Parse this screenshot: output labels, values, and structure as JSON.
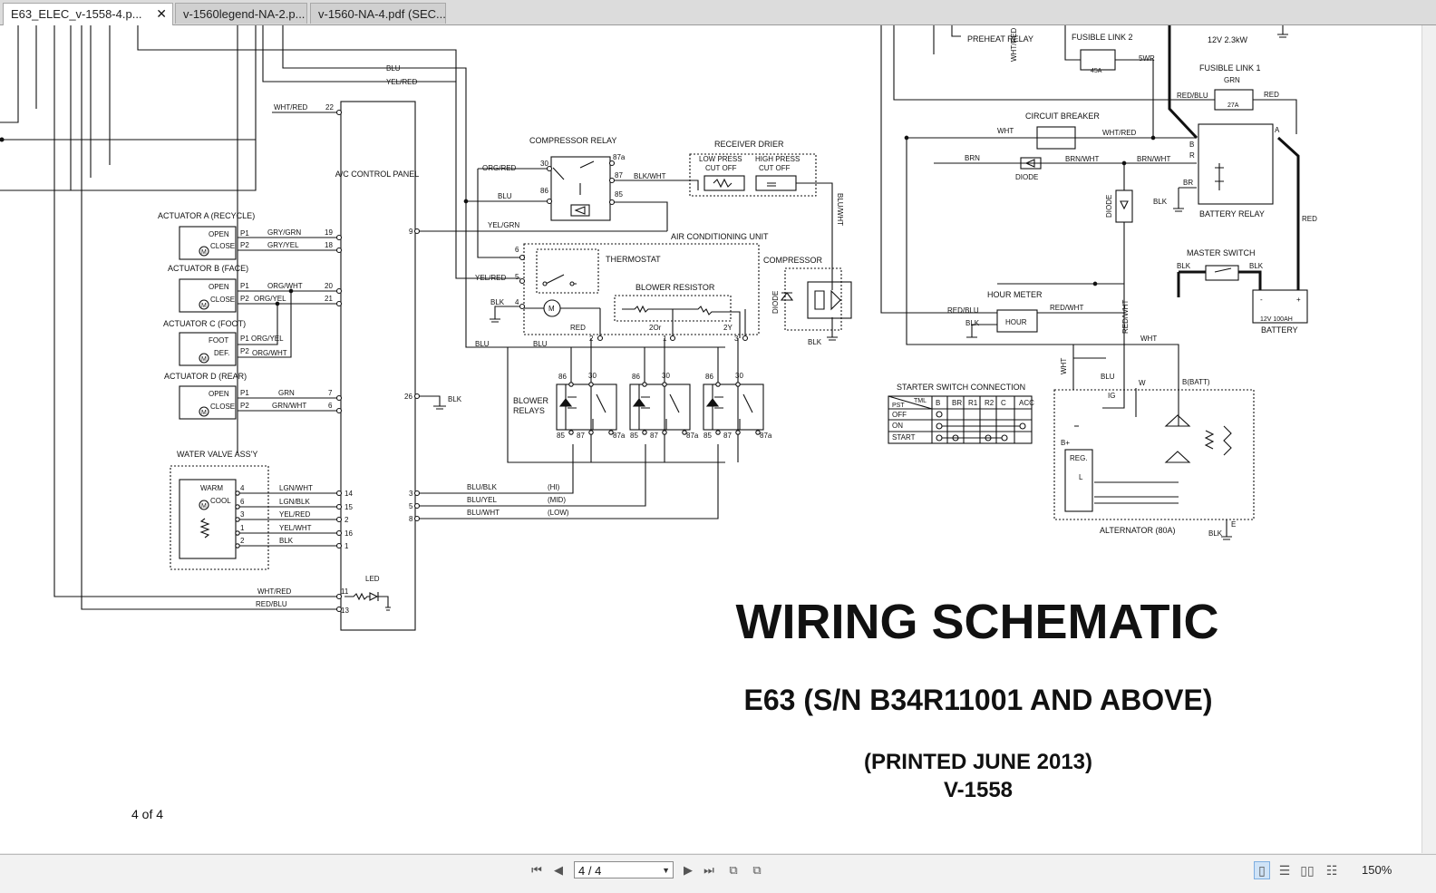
{
  "tabs": [
    {
      "label": "E63_ELEC_v-1558-4.p...",
      "close": "✕"
    },
    {
      "label": "v-1560legend-NA-2.p..."
    },
    {
      "label": "v-1560-NA-4.pdf (SEC..."
    }
  ],
  "schematic": {
    "title": "WIRING SCHEMATIC",
    "model": "E63 (S/N B34R11001 AND ABOVE)",
    "printed": "(PRINTED JUNE 2013)",
    "doc_number": "V-1558",
    "page_label": "4 of 4",
    "ac_panel": "A/C CONTROL PANEL",
    "compressor_relay": "COMPRESSOR RELAY",
    "receiver_drier": "RECEIVER DRIER",
    "low_press": "LOW PRESS CUT OFF",
    "high_press": "HIGH PRESS CUT OFF",
    "ac_unit": "AIR CONDITIONING UNIT",
    "thermostat": "THERMOSTAT",
    "blower_resistor": "BLOWER RESISTOR",
    "compressor": "COMPRESSOR",
    "diode": "DIODE",
    "blower_relays": "BLOWER RELAYS",
    "water_valve": "WATER VALVE ASS'Y",
    "led": "LED",
    "preheat_relay": "PREHEAT RELAY",
    "fusible_link_2": "FUSIBLE LINK 2",
    "fusible_link_1": "FUSIBLE LINK 1",
    "starter_power": "12V 2.3kW",
    "circuit_breaker": "CIRCUIT BREAKER",
    "battery_relay": "BATTERY RELAY",
    "master_switch": "MASTER SWITCH",
    "battery": "BATTERY",
    "battery_rating": "12V 100AH",
    "hour_meter": "HOUR METER",
    "hour": "HOUR",
    "alternator": "ALTERNATOR (80A)",
    "reg": "REG.",
    "starter_switch": "STARTER SWITCH CONNECTION",
    "actuators": [
      {
        "title": "ACTUATOR A (RECYCLE)",
        "pos1": "OPEN",
        "pos2": "CLOSE",
        "w1": "GRY/GRN",
        "w2": "GRY/YEL",
        "n1": "19",
        "n2": "18"
      },
      {
        "title": "ACTUATOR B (FACE)",
        "pos1": "OPEN",
        "pos2": "CLOSE",
        "w1": "ORG/WHT",
        "w2": "ORG/YEL",
        "n1": "20",
        "n2": "21"
      },
      {
        "title": "ACTUATOR C (FOOT)",
        "pos1": "FOOT",
        "pos2": "DEF.",
        "w1": "ORG/YEL",
        "w2": "ORG/WHT",
        "n1": "",
        "n2": ""
      },
      {
        "title": "ACTUATOR D (REAR)",
        "pos1": "OPEN",
        "pos2": "CLOSE",
        "w1": "GRN",
        "w2": "GRN/WHT",
        "n1": "7",
        "n2": "6"
      }
    ],
    "water_valve_wires": [
      {
        "pin": "4",
        "wire": "LGN/WHT",
        "term": "14"
      },
      {
        "pin": "6",
        "wire": "LGN/BLK",
        "term": "15"
      },
      {
        "pin": "3",
        "wire": "YEL/RED",
        "term": "2"
      },
      {
        "pin": "1",
        "wire": "YEL/WHT",
        "term": "16"
      },
      {
        "pin": "2",
        "wire": "BLK",
        "term": "1"
      }
    ],
    "water_valve_modes": [
      "WARM",
      "COOL"
    ],
    "blower_speeds": [
      {
        "term": "3",
        "wire": "BLU/BLK",
        "speed": "(HI)"
      },
      {
        "term": "5",
        "wire": "BLU/YEL",
        "speed": "(MID)"
      },
      {
        "term": "8",
        "wire": "BLU/WHT",
        "speed": "(LOW)"
      }
    ],
    "switch_table": {
      "header": [
        "TML",
        "B",
        "BR",
        "R1",
        "R2",
        "C",
        "ACC"
      ],
      "corner": "PST",
      "rows": [
        "OFF",
        "ON",
        "START"
      ]
    }
  },
  "statusbar": {
    "page_input": "4 / 4",
    "zoom": "150%"
  }
}
